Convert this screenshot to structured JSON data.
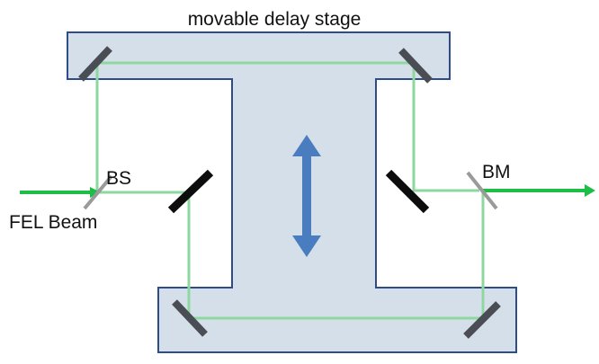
{
  "labels": {
    "stage": "movable delay stage",
    "beam_splitter": "BS",
    "beam_merger": "BM",
    "input_beam": "FEL Beam"
  },
  "colors": {
    "stage_fill": "#d5dfea",
    "stage_outline": "#2e4b8a",
    "beam_path": "#8ed8a0",
    "beam_main": "#1ebd45",
    "mirror_stage": "#4a4e54",
    "mirror_fixed": "#0d0d0d",
    "splitter": "#9a9a9a",
    "arrow": "#4a7dbf"
  }
}
